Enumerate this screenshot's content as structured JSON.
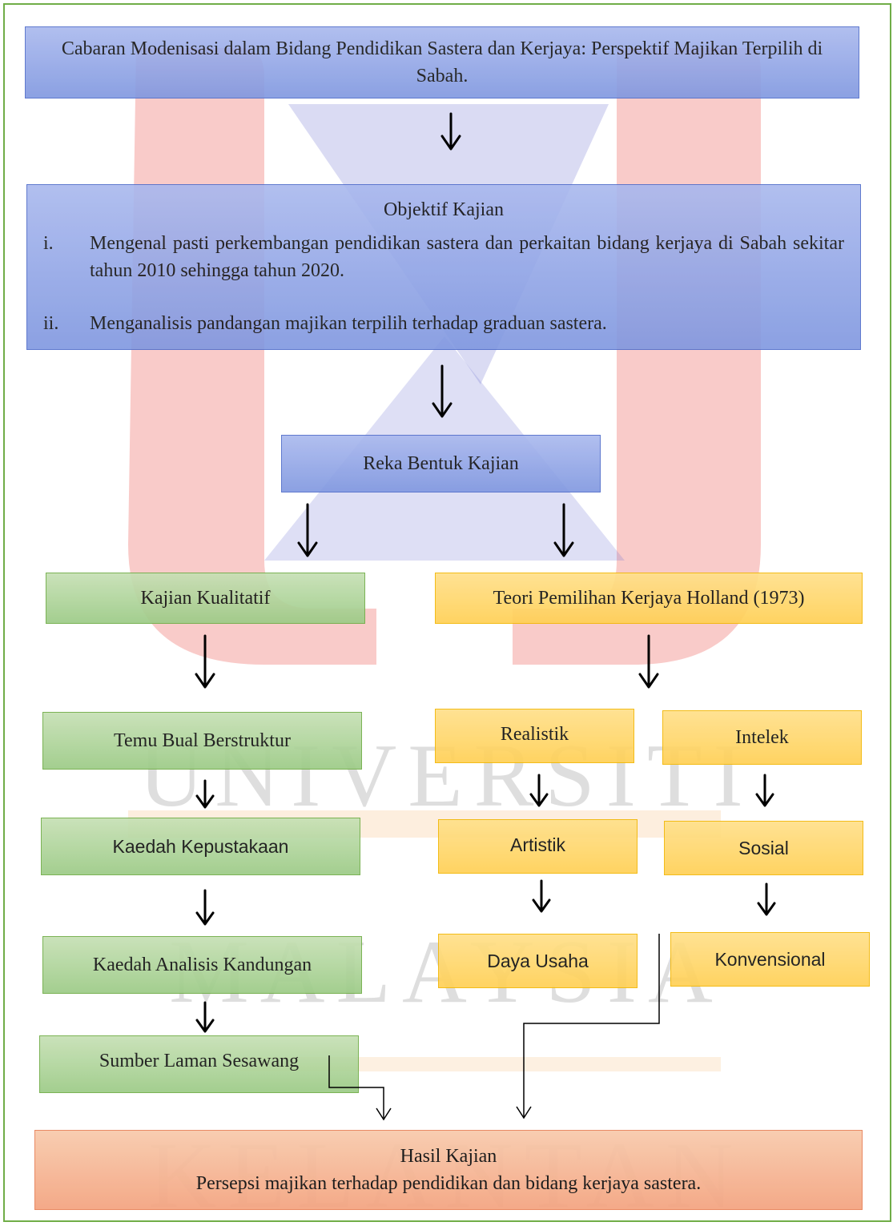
{
  "title_box": "Cabaran Modenisasi dalam Bidang Pendidikan Sastera dan Kerjaya: Perspektif Majikan Terpilih di Sabah.",
  "objective": {
    "heading": "Objektif Kajian",
    "items": [
      {
        "num": "i.",
        "text": "Mengenal pasti perkembangan pendidikan sastera dan perkaitan bidang kerjaya di Sabah sekitar tahun 2010 sehingga tahun 2020."
      },
      {
        "num": "ii.",
        "text": "Menganalisis pandangan majikan terpilih terhadap graduan sastera."
      }
    ]
  },
  "design_box": "Reka Bentuk Kajian",
  "left_branch": {
    "header": "Kajian Kualitatif",
    "steps": [
      "Temu Bual Berstruktur",
      "Kaedah Kepustakaan",
      "Kaedah Analisis Kandungan",
      "Sumber Laman Sesawang"
    ]
  },
  "right_branch": {
    "header": "Teori Pemilihan Kerjaya Holland (1973)",
    "types": [
      "Realistik",
      "Intelek",
      "Artistik",
      "Sosial",
      "Daya Usaha",
      "Konvensional"
    ]
  },
  "result": {
    "heading": "Hasil Kajian",
    "text": "Persepsi majikan terhadap pendidikan dan bidang kerjaya sastera."
  },
  "watermark": {
    "line1": "UNIVERSITI",
    "line2": "MALAYSIA",
    "line3": "KELANTAN"
  },
  "colors": {
    "blue": "#8fa3e6",
    "green": "#a9d18e",
    "orange": "#ffd966",
    "salmon": "#f4b183",
    "frame": "#70ad47"
  }
}
